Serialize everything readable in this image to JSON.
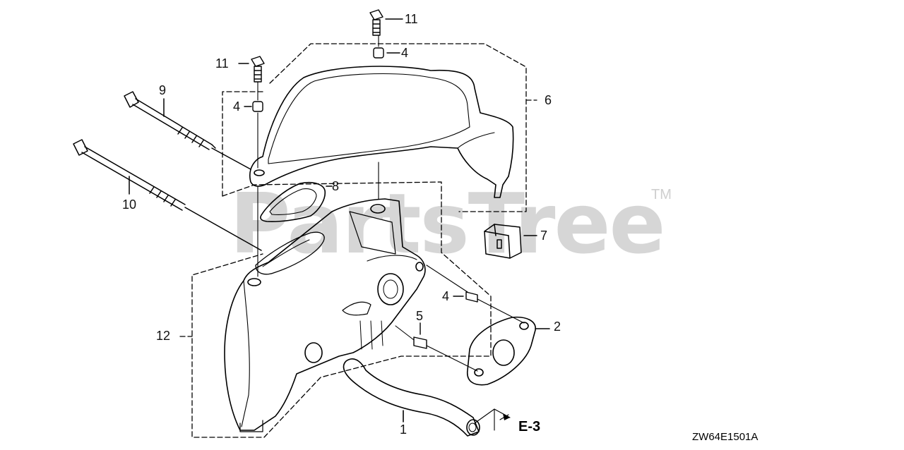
{
  "watermark": {
    "text": "PartsTree",
    "mark": "TM"
  },
  "callouts": {
    "c1": "1",
    "c2": "2",
    "c4a": "4",
    "c4b": "4",
    "c4c": "4",
    "c5": "5",
    "c6": "6",
    "c7": "7",
    "c8": "8",
    "c9": "9",
    "c10": "10",
    "c11a": "11",
    "c11b": "11",
    "c12": "12"
  },
  "reference": "E-3",
  "diagram_code": "ZW64E1501A"
}
